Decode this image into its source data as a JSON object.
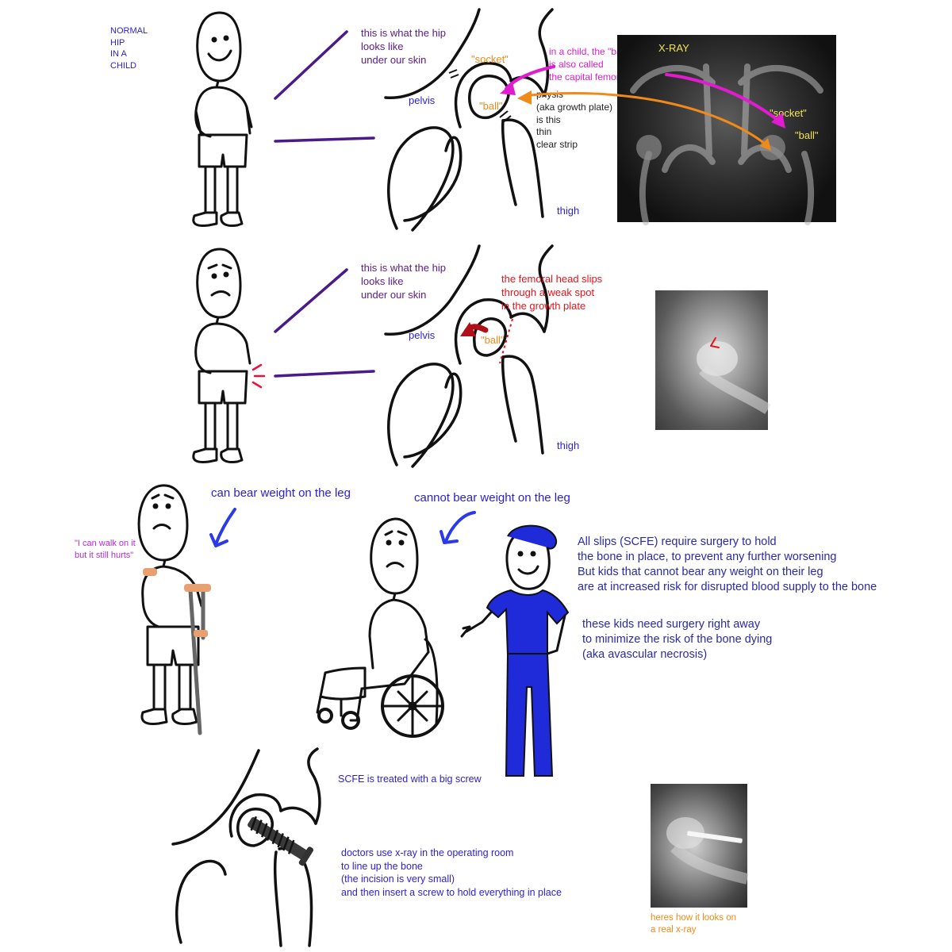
{
  "panel1": {
    "title": "NORMAL\nHIP\nIN A\nCHILD",
    "under_skin": "this is what the hip\nlooks like\nunder our skin",
    "socket": "\"socket\"",
    "ball": "\"ball\"",
    "pelvis": "pelvis",
    "thigh": "thigh",
    "child_note": "in a child, the \"ball\"\nis also called\nthe capital femoral epiphysis",
    "physis_note": "physis\n(aka growth plate)\nis this\nthin\nclear strip",
    "xray_label": "X-RAY",
    "xray_socket": "\"socket\"",
    "xray_ball": "\"ball\""
  },
  "panel2": {
    "under_skin": "this is what the hip\nlooks like\nunder our skin",
    "slip_note": "the femoral head slips\nthrough a weak spot\nin the growth plate",
    "ball": "\"ball\"",
    "pelvis": "pelvis",
    "thigh": "thigh"
  },
  "panel3": {
    "can_bear": "can bear weight on the leg",
    "quote": "\"I can walk on it\nbut it still hurts\"",
    "cannot_bear": "cannot bear weight on the leg",
    "surgery_note": "All slips (SCFE) require surgery to hold\nthe bone in place, to prevent any further worsening\nBut kids that cannot bear any weight on their leg\nare at increased risk for disrupted blood supply to the bone",
    "urgent_note": "these kids need surgery right away\nto minimize the risk of the bone dying\n(aka avascular necrosis)"
  },
  "panel4": {
    "screw_title": "SCFE is treated with a big screw",
    "procedure": "doctors use x-ray in the operating room\nto line up the bone\n(the incision is very small)\nand then insert a screw to hold everything in place",
    "real_xray": "heres how it looks on\na real x-ray"
  },
  "colors": {
    "blue_text": "#2a1fd0",
    "purple_lines": "#4a1a8a",
    "magenta": "#e01bd0",
    "orange": "#f08a1a",
    "red": "#e8121b",
    "scrubs": "#1f2ad8",
    "crutch": "#e8a070"
  }
}
